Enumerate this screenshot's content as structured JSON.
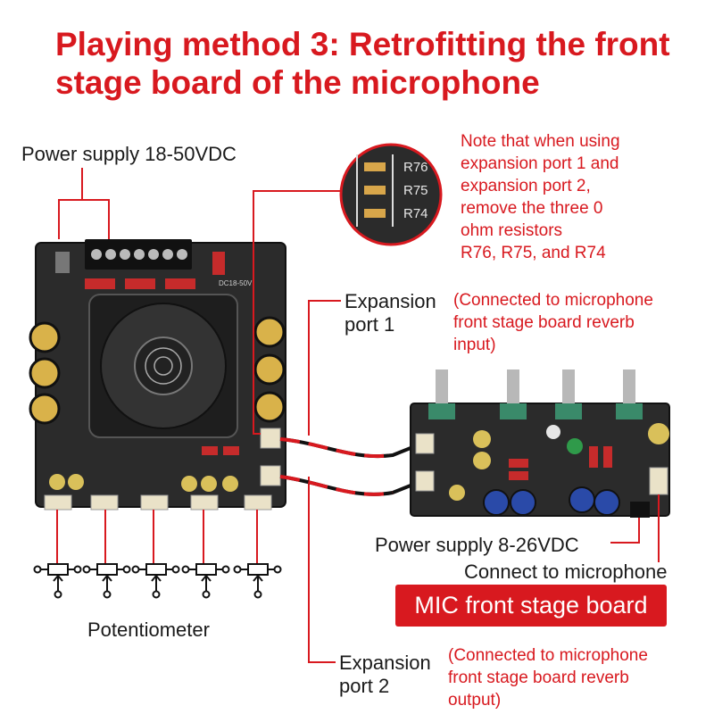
{
  "title": {
    "line1": "Playing method 3: Retrofitting the front",
    "line2": "stage board of the microphone"
  },
  "labels": {
    "power_main": "Power supply 18-50VDC",
    "note_lines": [
      "Note that when using",
      "expansion port 1 and",
      "expansion port 2,",
      "remove the three 0",
      "ohm resistors",
      "R76, R75, and R74"
    ],
    "exp1_line1": "Expansion",
    "exp1_line2": "port 1",
    "exp1_desc_lines": [
      "(Connected to microphone",
      "front stage board reverb",
      "input)"
    ],
    "exp2_line1": "Expansion",
    "exp2_line2": "port 2",
    "exp2_desc_lines": [
      "(Connected to microphone",
      "front stage board reverb",
      "output)"
    ],
    "power_mic": "Power supply 8-26VDC",
    "connect_mic": "Connect to microphone",
    "banner": "MIC front stage board",
    "potentiometer": "Potentiometer"
  },
  "board_markings": {
    "resistors": [
      "R76",
      "R75",
      "R74"
    ],
    "voltage_tag": "DC18-50V"
  },
  "colors": {
    "accent_red": "#d8191f",
    "board": "#2a2a2a",
    "text": "#1a1a1a"
  }
}
